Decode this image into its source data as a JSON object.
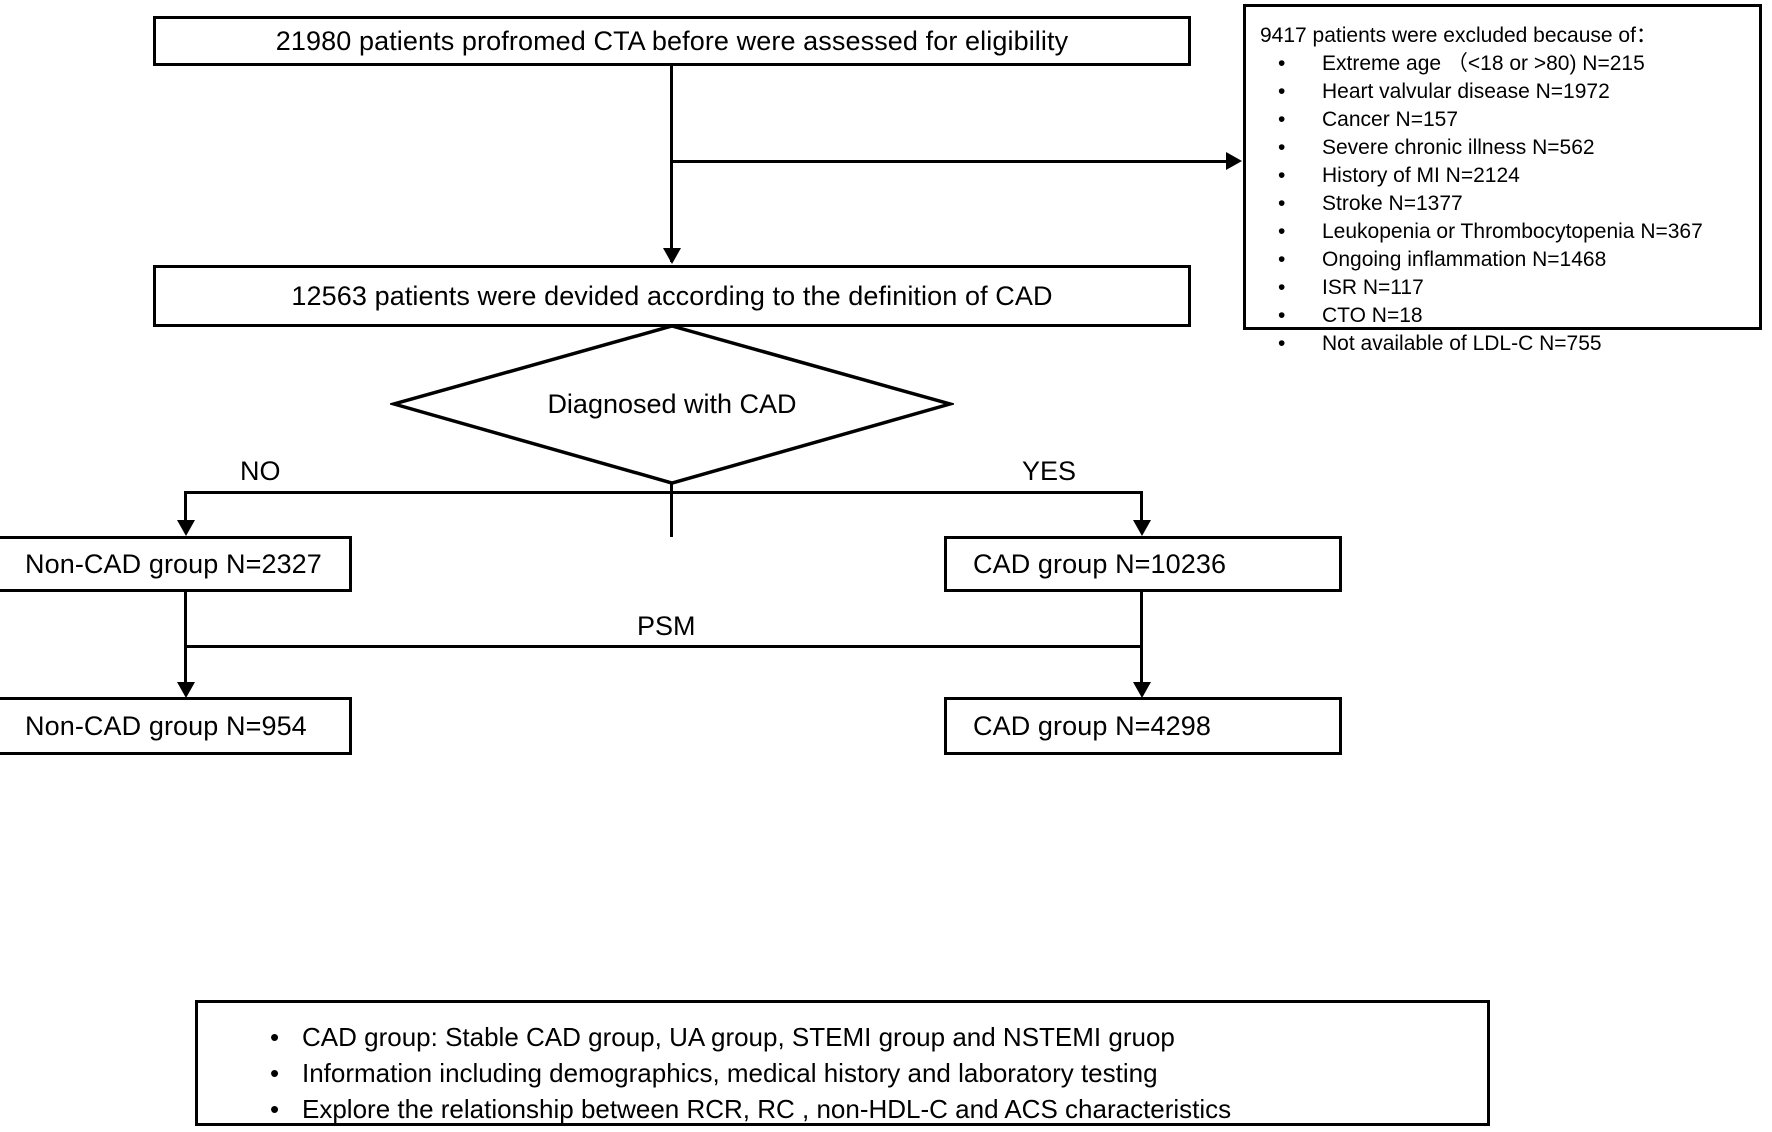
{
  "diagram": {
    "title": "CAD study patient selection flow diagram",
    "type": "flowchart",
    "colors": {
      "stroke": "#000000",
      "background": "#ffffff",
      "text": "#000000"
    },
    "nodes": {
      "top_box": "21980 patients profromed CTA before were assessed for eligibility",
      "second_box": "12563 patients were devided according to the definition of CAD",
      "decision": "Diagnosed with CAD",
      "noncad_pre": "Non-CAD group N=2327",
      "cad_pre": "CAD group N=10236",
      "noncad_post": "Non-CAD group N=954",
      "cad_post": "CAD group N=4298"
    },
    "edge_labels": {
      "no": "NO",
      "yes": "YES",
      "psm": "PSM"
    },
    "exclusion": {
      "title": "9417 patients were excluded because of：",
      "bullet": "•",
      "items": [
        "Extreme age （<18 or >80) N=215",
        "Heart valvular disease N=1972",
        "Cancer N=157",
        "Severe chronic illness N=562",
        "History of MI N=2124",
        "Stroke N=1377",
        "Leukopenia or Thrombocytopenia N=367",
        "Ongoing inflammation N=1468",
        "ISR N=117",
        "CTO N=18",
        "Not available of LDL-C N=755"
      ]
    },
    "summary": {
      "bullet": "•",
      "items": [
        "CAD group: Stable CAD group, UA group, STEMI group and NSTEMI gruop",
        "Information including demographics, medical history and laboratory testing",
        "Explore the relationship between RCR, RC , non-HDL-C and ACS characteristics"
      ]
    }
  }
}
